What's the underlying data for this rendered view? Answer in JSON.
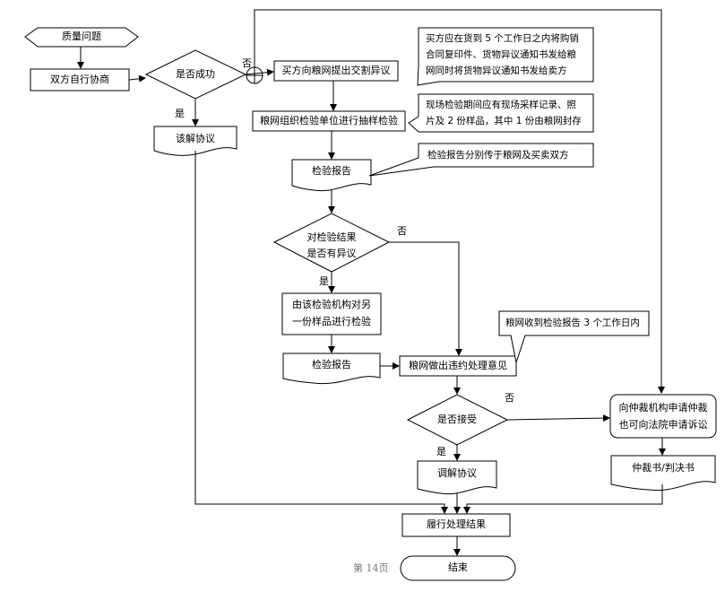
{
  "nodes": {
    "quality_issue": "质量问题",
    "negotiate": "双方自行协商",
    "success_q": "是否成功",
    "yes_success": "是",
    "no_success": "否",
    "reconcile": "该解协议",
    "buyer_objection": "买方向粮网提出交割异议",
    "organize_inspection": "粮网组织检验单位进行抽样检验",
    "report1": "检验报告",
    "objection_q_line1": "对检验结果",
    "objection_q_line2": "是否有异议",
    "yes_objection": "是",
    "no_objection": "否",
    "reinspect_line1": "由该检验机构对另",
    "reinspect_line2": "一份样品进行检验",
    "report2": "检验报告",
    "breach_opinion": "粮网做出违约处理意见",
    "accept_q": "是否接受",
    "yes_accept": "是",
    "no_accept": "否",
    "mediation": "调解协议",
    "arbitration_line1": "向仲裁机构申请仲裁",
    "arbitration_line2": "也可向法院申请诉讼",
    "award": "仲裁书/判决书",
    "execute": "履行处理结果",
    "end": "结束"
  },
  "notes": {
    "note1_line1": "买方应在货到 5 个工作日之内将购销",
    "note1_line2": "合同复印件、货物异议通知书发给粮",
    "note1_line3": "网同时将货物异议通知书发给卖方",
    "note2_line1": "现场检验期间应有现场采样记录、照",
    "note2_line2": "片及 2 份样品，其中 1 份由粮网封存",
    "note3": "检验报告分别传于粮网及买卖双方",
    "note4": "粮网收到检验报告 3 个工作日内"
  },
  "footer": {
    "page_label": "第 14页"
  }
}
